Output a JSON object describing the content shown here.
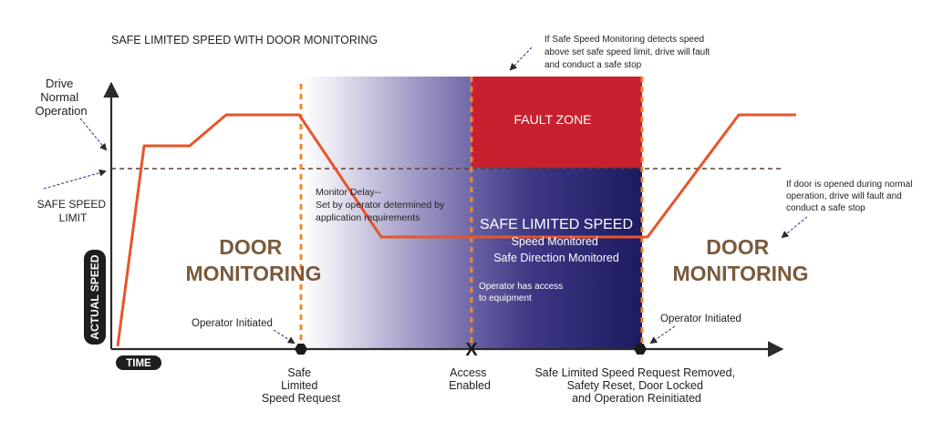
{
  "title": "SAFE LIMITED SPEED WITH DOOR MONITORING",
  "axes": {
    "y_label": "ACTUAL SPEED",
    "x_label": "TIME"
  },
  "left_annotations": {
    "drive_normal": [
      "Drive",
      "Normal",
      "Operation"
    ],
    "safe_speed_limit": [
      "SAFE SPEED",
      "LIMIT"
    ]
  },
  "regions": {
    "door_left": [
      "DOOR",
      "MONITORING"
    ],
    "door_right": [
      "DOOR",
      "MONITORING"
    ],
    "fault_zone": "FAULT ZONE",
    "safe_limited_speed": {
      "title": "SAFE LIMITED SPEED",
      "lines": [
        "Speed Monitored",
        "Safe Direction Monitored"
      ]
    }
  },
  "notes": {
    "monitor_delay": [
      "Monitor Delay--",
      "Set by operator determined by",
      "application requirements"
    ],
    "operator_access": [
      "Operator has access",
      "to equipment"
    ],
    "fault_top": [
      "If Safe Speed Monitoring detects speed",
      "above set safe speed limit, drive will fault",
      "and conduct a safe stop"
    ],
    "fault_right": [
      "If door is opened during normal",
      "operation, drive will fault and",
      "conduct a safe stop"
    ],
    "operator_initiated_left": "Operator Initiated",
    "operator_initiated_right": "Operator Initiated"
  },
  "events": [
    {
      "marker": "hexagon",
      "label": [
        "Safe",
        "Limited",
        "Speed Request"
      ]
    },
    {
      "marker": "x",
      "label": [
        "Access",
        "Enabled"
      ]
    },
    {
      "marker": "hexagon",
      "label": [
        "Safe Limited Speed Request Removed,",
        "Safety Reset,  Door Locked",
        "and Operation Reinitiated"
      ]
    }
  ],
  "colors": {
    "speed_line": "#e8552a",
    "fault_zone": "#c8202f",
    "safe_zone": "#262466",
    "marker_dashes": "#f0892a",
    "limit_line": "#5a4030",
    "door_text": "#7a5a3c"
  }
}
